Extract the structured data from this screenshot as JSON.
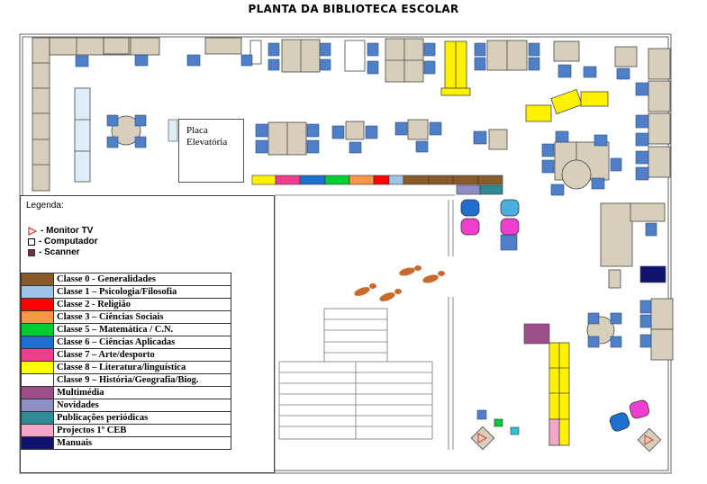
{
  "title": "PLANTA DA BIBLIOTECA ESCOLAR",
  "lift_label": "Placa Elevatória",
  "legend": {
    "heading": "Legenda:",
    "symbols": [
      {
        "label": "- Monitor TV",
        "icon": "triangle-outline-icon",
        "color": "#e03030"
      },
      {
        "label": "- Computador",
        "icon": "square-outline-icon",
        "color": "#000000"
      },
      {
        "label": "- Scanner",
        "icon": "filled-square-icon",
        "color": "#7a2a4a"
      }
    ],
    "classes": [
      {
        "label": "Classe 0 - Generalidades",
        "color": "#8b5a2b"
      },
      {
        "label": "Classe 1 – Psicologia/Filosofia",
        "color": "#9dc3e6"
      },
      {
        "label": "Classe 2 - Religião",
        "color": "#ff0000"
      },
      {
        "label": "Classe 3 – Ciências Sociais",
        "color": "#f79646"
      },
      {
        "label": "Classe 5 – Matemática / C.N.",
        "color": "#00cc33"
      },
      {
        "label": "Classe 6 – Ciências Aplicadas",
        "color": "#1f6fd0"
      },
      {
        "label": "Classe 7 – Arte/desporto",
        "color": "#ee3f8f"
      },
      {
        "label": "Classe 8 – Literatura/linguística",
        "color": "#ffff00"
      },
      {
        "label": "Classe 9 – História/Geografia/Biog.",
        "color": "#ffffff"
      },
      {
        "label": "Multimédia",
        "color": "#9b4f86"
      },
      {
        "label": "Novidades",
        "color": "#8f8fc8"
      },
      {
        "label": "Publicações periódicas",
        "color": "#2e8b95"
      },
      {
        "label": "Projectos 1º CEB",
        "color": "#f4a6c8"
      },
      {
        "label": "Manuais",
        "color": "#11136e"
      }
    ]
  },
  "colors": {
    "table": "#d7cfbc",
    "chair": "#4f7fc8",
    "shelf": "#ddeef8",
    "yellow": "#fff200",
    "footprint": "#c8692e"
  }
}
